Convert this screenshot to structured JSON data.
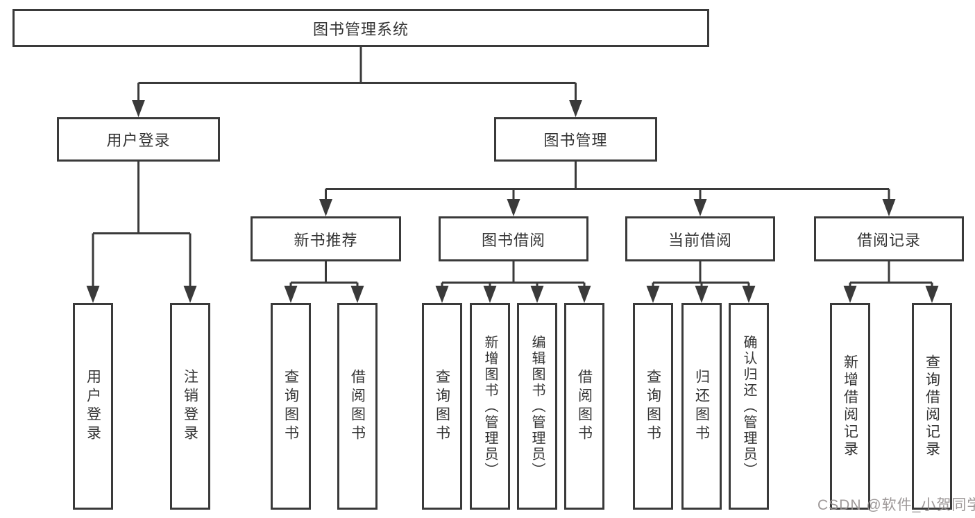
{
  "diagram": {
    "type": "hierarchy-tree",
    "orientation": "top-down"
  },
  "nodes": {
    "root": "图书管理系统",
    "userLogin": "用户登录",
    "bookMgmt": "图书管理",
    "newBookRec": "新书推荐",
    "bookBorrow": "图书借阅",
    "currentBorrow": "当前借阅",
    "borrowRecords": "借阅记录",
    "leafUserLogin": "用户登录",
    "leafLogout": "注销登录",
    "leafQueryBook1": "查询图书",
    "leafBorrowBook1": "借阅图书",
    "leafQueryBook2": "查询图书",
    "leafAddBook": "新增图书（管理员）",
    "leafEditBook": "编辑图书（管理员）",
    "leafBorrowBook2": "借阅图书",
    "leafQueryBook3": "查询图书",
    "leafReturnBook": "归还图书",
    "leafConfirmReturn": "确认归还（管理员）",
    "leafAddRecord": "新增借阅记录",
    "leafQueryRecord": "查询借阅记录"
  },
  "edges": [
    {
      "parent": "图书管理系统",
      "children": [
        "用户登录",
        "图书管理"
      ]
    },
    {
      "parent": "用户登录",
      "children": [
        "用户登录",
        "注销登录"
      ]
    },
    {
      "parent": "图书管理",
      "children": [
        "新书推荐",
        "图书借阅",
        "当前借阅",
        "借阅记录"
      ]
    },
    {
      "parent": "新书推荐",
      "children": [
        "查询图书",
        "借阅图书"
      ]
    },
    {
      "parent": "图书借阅",
      "children": [
        "查询图书",
        "新增图书（管理员）",
        "编辑图书（管理员）",
        "借阅图书"
      ]
    },
    {
      "parent": "当前借阅",
      "children": [
        "查询图书",
        "归还图书",
        "确认归还（管理员）"
      ]
    },
    {
      "parent": "借阅记录",
      "children": [
        "新增借阅记录",
        "查询借阅记录"
      ]
    }
  ],
  "watermark": {
    "text": "CSDN @软件_小贺同学",
    "color": "#969090"
  },
  "colors": {
    "background": "#ffffff",
    "line": "#3a3a3a",
    "box_border": "#3a3a3a",
    "text": "#333333"
  }
}
